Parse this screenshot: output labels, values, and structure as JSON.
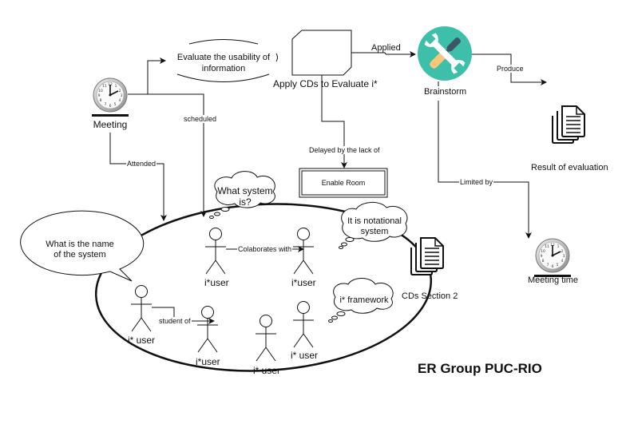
{
  "diagram": {
    "title": "ER Group PUC-RIO",
    "nodes": {
      "meeting": {
        "label": "Meeting",
        "icon": "clock-icon"
      },
      "evaluate_usability": {
        "label_line1": "Evaluate the usability of",
        "label_line2": "information"
      },
      "apply_cds": {
        "label": "Apply CDs to Evaluate i*"
      },
      "brainstorm": {
        "label": "Brainstorm",
        "icon": "tools-icon",
        "colors": {
          "circle": "#3dbfa9",
          "handle": "#3e5567",
          "grip": "#f7c77b",
          "wrench": "#ffffff"
        }
      },
      "result_of_evaluation": {
        "label": "Result of evaluation",
        "icon": "documents-icon"
      },
      "enable_room": {
        "label": "Enable Room"
      },
      "meeting_time": {
        "label": "Meeting time",
        "icon": "clock-icon"
      },
      "cds_section_2": {
        "label": "CDs Section 2",
        "icon": "documents-icon"
      }
    },
    "edges": {
      "applied": "Applied",
      "produce": "Produce",
      "scheduled": "scheduled",
      "attended": "Attended",
      "delayed_by": "Delayed by the lack of",
      "limited_by": "Limited by",
      "colaborates_with": "Colaborates with",
      "student_of": "student of"
    },
    "speech_bubble": {
      "line1": "What is the name",
      "line2": "of the system"
    },
    "thoughts": {
      "what_system": {
        "line1": "What system",
        "line2": "is?"
      },
      "notational": {
        "line1": "It is notational",
        "line2": "system"
      },
      "framework": {
        "line1": "i* framework"
      }
    },
    "actors": [
      {
        "label": "i*user"
      },
      {
        "label": "i*user"
      },
      {
        "label": "i* user"
      },
      {
        "label": "i*user"
      },
      {
        "label": "i* user"
      },
      {
        "label": "i* user"
      }
    ]
  }
}
